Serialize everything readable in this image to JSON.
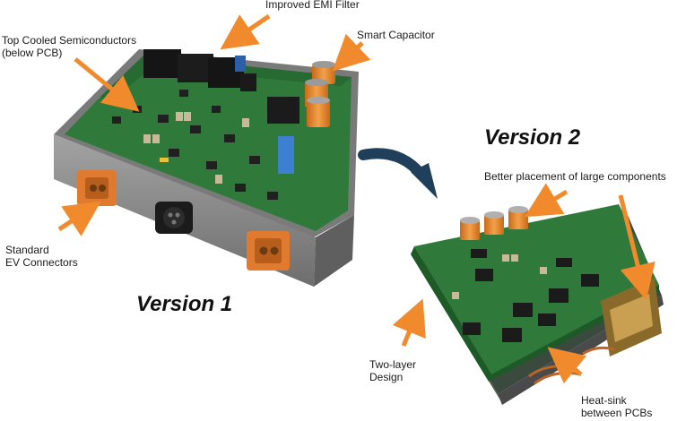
{
  "labels": {
    "improved_emi_filter": "Improved EMI Filter",
    "top_cooled_semiconductors": "Top Cooled Semiconductors\n(below PCB)",
    "smart_capacitor": "Smart Capacitor",
    "standard_ev_connectors": "Standard\nEV Connectors",
    "version_1": "Version 1",
    "version_2": "Version 2",
    "better_placement": "Better placement of large components",
    "two_layer_design": "Two-layer\nDesign",
    "heat_sink": "Heat-sink\nbetween PCBs"
  },
  "colors": {
    "arrow_orange": "#f08a2c",
    "transition_arrow": "#1f3f5a",
    "pcb_green": "#2f7a3a",
    "enclosure_gray": "#8a8a8a",
    "connector_orange": "#e07a2e",
    "capacitor_orange": "#e8892a"
  }
}
